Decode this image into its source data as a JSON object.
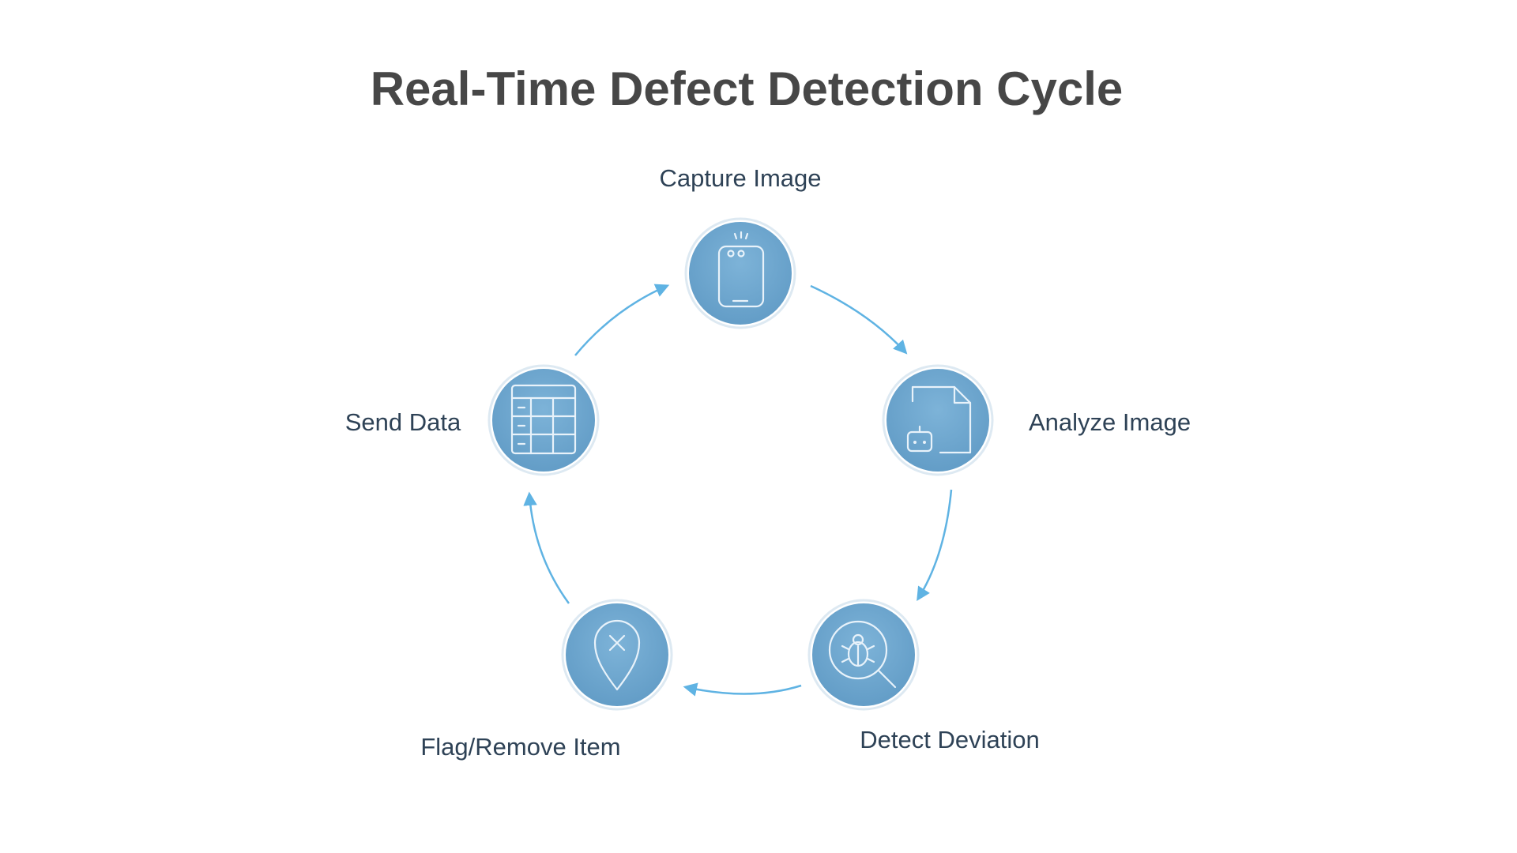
{
  "title": "Real-Time Defect Detection Cycle",
  "colors": {
    "node_fill": "#6fa8d0",
    "node_ring": "#c8dcea",
    "arrow": "#5fb3e3",
    "label_text": "#2e4256",
    "title_text": "#474747"
  },
  "nodes": [
    {
      "label": "Capture Image",
      "icon": "camera-phone-icon"
    },
    {
      "label": "Analyze Image",
      "icon": "document-robot-icon"
    },
    {
      "label": "Detect Deviation",
      "icon": "bug-magnifier-icon"
    },
    {
      "label": "Flag/Remove Item",
      "icon": "location-pin-x-icon"
    },
    {
      "label": "Send Data",
      "icon": "table-grid-icon"
    }
  ]
}
